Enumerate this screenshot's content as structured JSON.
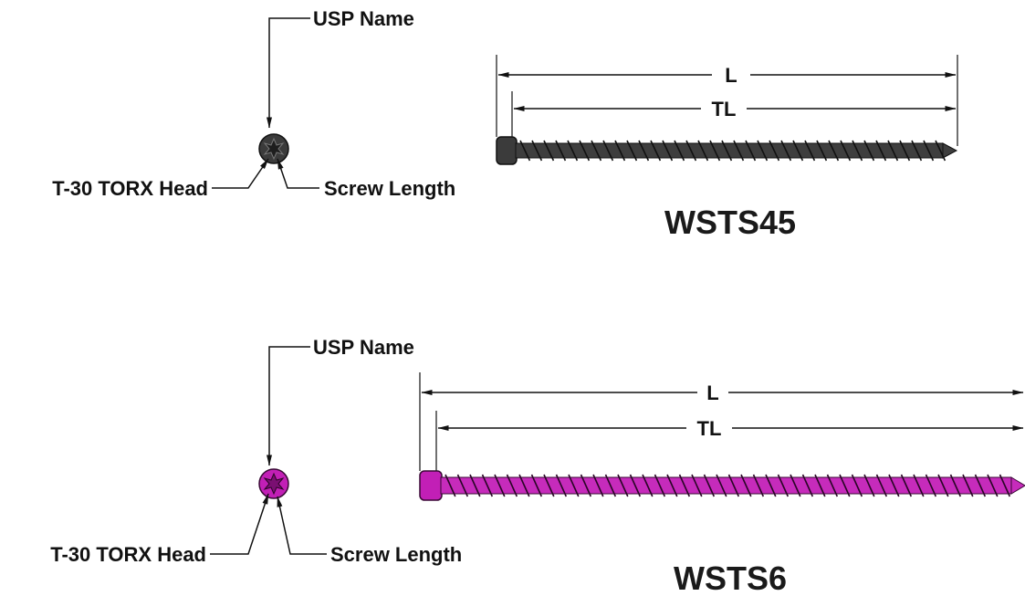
{
  "screws": [
    {
      "model": "WSTS45",
      "color": "#3b3b3b",
      "head_label": "USP Name",
      "drive_label": "T-30 TORX Head",
      "length_label": "Screw Length",
      "dim_overall": "L",
      "dim_thread": "TL"
    },
    {
      "model": "WSTS6",
      "color": "#c21fb6",
      "head_label": "USP Name",
      "drive_label": "T-30 TORX Head",
      "length_label": "Screw Length",
      "dim_overall": "L",
      "dim_thread": "TL"
    }
  ]
}
